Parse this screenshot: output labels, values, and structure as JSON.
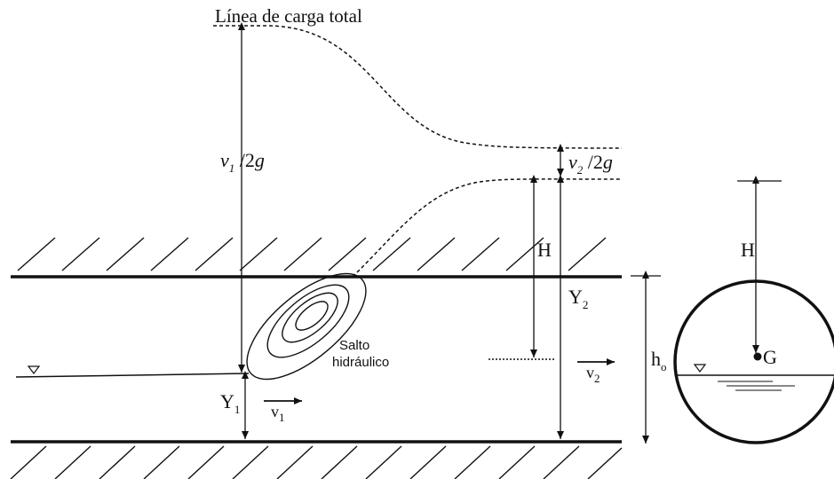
{
  "diagram": {
    "title": "Línea de carga total",
    "jump_label_line1": "Salto",
    "jump_label_line2": "hidráulico",
    "labels": {
      "v1_head_main": "v",
      "v1_head_sub": "1",
      "v1_head_rest": " /2",
      "v1_head_g": "g",
      "v2_head_main": "v",
      "v2_head_sub": "2",
      "v2_head_rest": " /2",
      "v2_head_g": "g",
      "H_pipe": "H",
      "H_section": "H",
      "Y2_main": "Y",
      "Y2_sub": "2",
      "Y1_main": "Y",
      "Y1_sub": "1",
      "h0_main": "h",
      "h0_sub": "o",
      "v1_vel_main": "v",
      "v1_vel_sub": "1",
      "v2_vel_main": "v",
      "v2_vel_sub": "2",
      "G": "G"
    },
    "colors": {
      "ink": "#111111",
      "background": "#ffffff"
    }
  }
}
